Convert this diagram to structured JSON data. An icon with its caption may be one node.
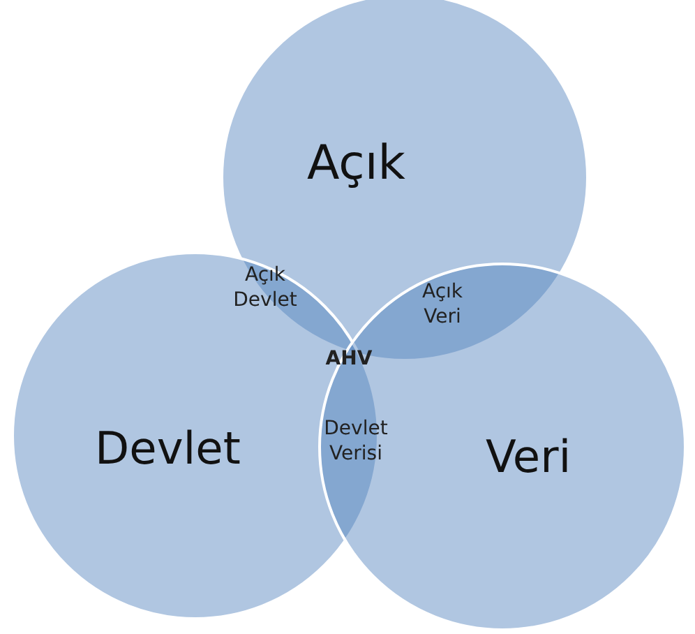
{
  "diagram": {
    "nodes": [
      {
        "text": [
          "Açık"
        ]
      },
      {
        "text": [
          "Devlet"
        ]
      },
      {
        "text": [
          "Veri"
        ]
      }
    ],
    "labels": [
      "Açık Devlet",
      "Açık Veri",
      "AHV",
      "Devlet Verisi"
    ]
  }
}
